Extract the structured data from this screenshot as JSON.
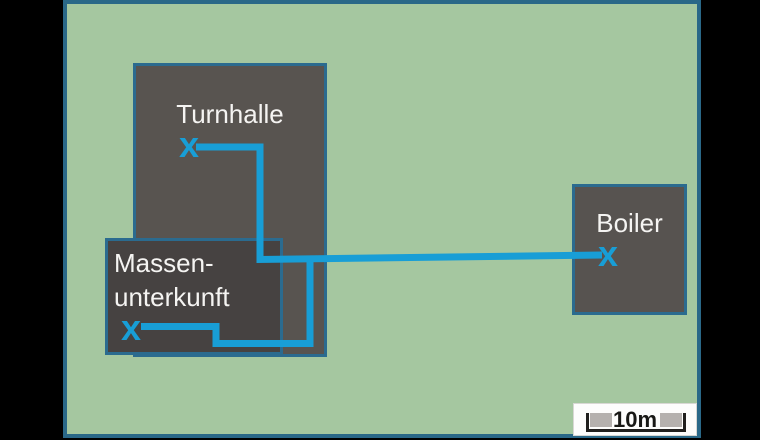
{
  "map": {
    "marker_glyph": "x",
    "buildings": [
      {
        "id": "turnhalle",
        "label": "Turnhalle"
      },
      {
        "id": "massenunterkunft",
        "label_lines": [
          "Massen-",
          "unterkunft"
        ]
      },
      {
        "id": "boiler",
        "label": "Boiler"
      }
    ],
    "scale_bar": {
      "label": "10m"
    },
    "colors": {
      "background": "#000000",
      "ground_green": "#a5c7a0",
      "map_border_teal": "#2a6888",
      "building_border_teal": "#2b6b8f",
      "building_fill_gray": "#585450",
      "building_fill_dark_gray": "#464241",
      "pipe_blue": "#189ed6",
      "label_white": "#f5f4f2"
    }
  }
}
